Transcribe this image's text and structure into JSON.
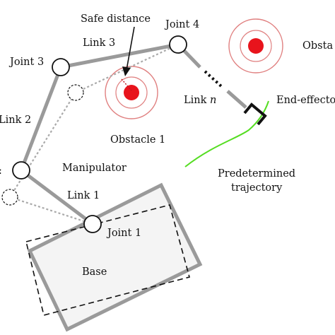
{
  "labels": {
    "safe_distance": "Safe distance",
    "joint_4": "Joint 4",
    "link_3": "Link 3",
    "joint_3": "Joint 3",
    "obstacle_2_partial": "Obsta",
    "link_n_prefix": "Link ",
    "link_n_var": "n",
    "end_effector_partial": "End-effecto",
    "link_2_partial": "Link 2",
    "obstacle_1": "Obstacle 1",
    "manipulator": "Manipulator",
    "predetermined_line1": "Predetermined",
    "predetermined_line2": "trajectory",
    "link_1": "Link 1",
    "joint_1": "Joint 1",
    "base": "Base",
    "left_edge_fragment": ":"
  },
  "colors": {
    "link": "#9a9a9a",
    "joint_stroke": "#111111",
    "obstacle_ring": "#e08080",
    "obstacle_core": "#e8141c",
    "trajectory": "#55dd22",
    "base_fill": "#f4f4f4",
    "text": "#111111"
  }
}
